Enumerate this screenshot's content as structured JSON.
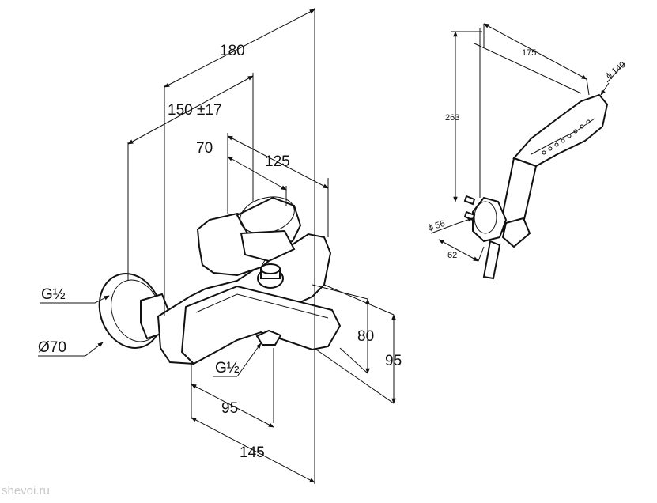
{
  "faucet": {
    "dim_180": "180",
    "dim_150": "150 ±17",
    "dim_70": "70",
    "dim_125": "125",
    "dim_g_half_top": "G½",
    "dim_dia70": "Ø70",
    "dim_g_half_bottom": "G½",
    "dim_80": "80",
    "dim_95_right": "95",
    "dim_95_bottom": "95",
    "dim_145": "145"
  },
  "shower": {
    "dim_175": "175",
    "dim_dia140": "ϕ 140",
    "dim_263": "263",
    "dim_dia56": "ϕ 56",
    "dim_62": "62"
  },
  "watermark": "shevoi.ru"
}
